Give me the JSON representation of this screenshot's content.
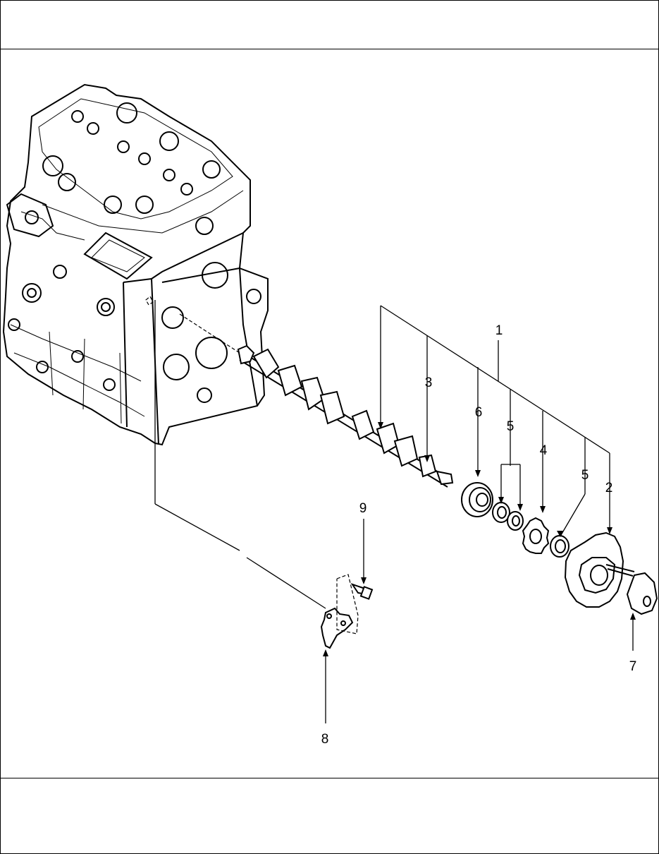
{
  "header": {
    "text": ""
  },
  "footer": {
    "text": ""
  },
  "diagram": {
    "callouts": [
      {
        "id": "1",
        "label": "1"
      },
      {
        "id": "2",
        "label": "2"
      },
      {
        "id": "3",
        "label": "3"
      },
      {
        "id": "4",
        "label": "4"
      },
      {
        "id": "5a",
        "label": "5"
      },
      {
        "id": "5b",
        "label": "5"
      },
      {
        "id": "6",
        "label": "6"
      },
      {
        "id": "7",
        "label": "7"
      },
      {
        "id": "8",
        "label": "8"
      },
      {
        "id": "9",
        "label": "9"
      }
    ]
  }
}
